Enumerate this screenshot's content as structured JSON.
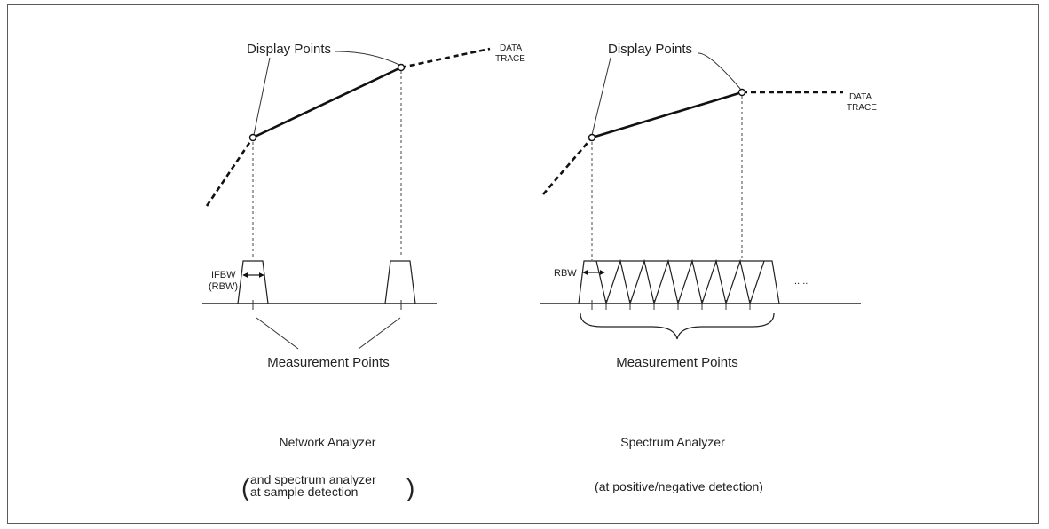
{
  "network_analyzer": {
    "display_points_label": "Display Points",
    "data_trace_line1": "DATA",
    "data_trace_line2": "TRACE",
    "ifbw_label": "IFBW",
    "rbw_paren_label": "(RBW)",
    "measurement_points_label": "Measurement Points",
    "title": "Network Analyzer",
    "subtitle_line1": "and spectrum analyzer",
    "subtitle_line2": "at sample detection",
    "paren_open": "(",
    "paren_close": ")"
  },
  "spectrum_analyzer": {
    "display_points_label": "Display Points",
    "data_trace_line1": "DATA",
    "data_trace_line2": "TRACE",
    "rbw_label": "RBW",
    "ellipsis": "... ..",
    "measurement_points_label": "Measurement Points",
    "title": "Spectrum Analyzer",
    "subtitle": "(at positive/negative detection)"
  }
}
